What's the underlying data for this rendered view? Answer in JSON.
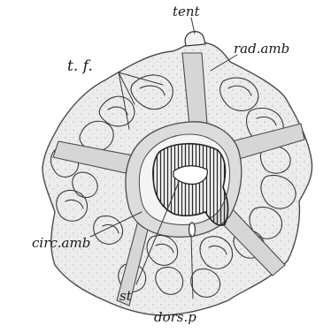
{
  "labels": {
    "tent": "tent",
    "rad_amb": "rad.amb",
    "tf": "t. f.",
    "circ_amb": "circ.amb",
    "st": "st",
    "dors_p": "dors.p"
  },
  "colors": {
    "ink": "#3a3a3a",
    "body_fill": "#e9e9e9",
    "canal_fill": "#d2d2d2",
    "stomach_fill": "#cfcfcf"
  }
}
